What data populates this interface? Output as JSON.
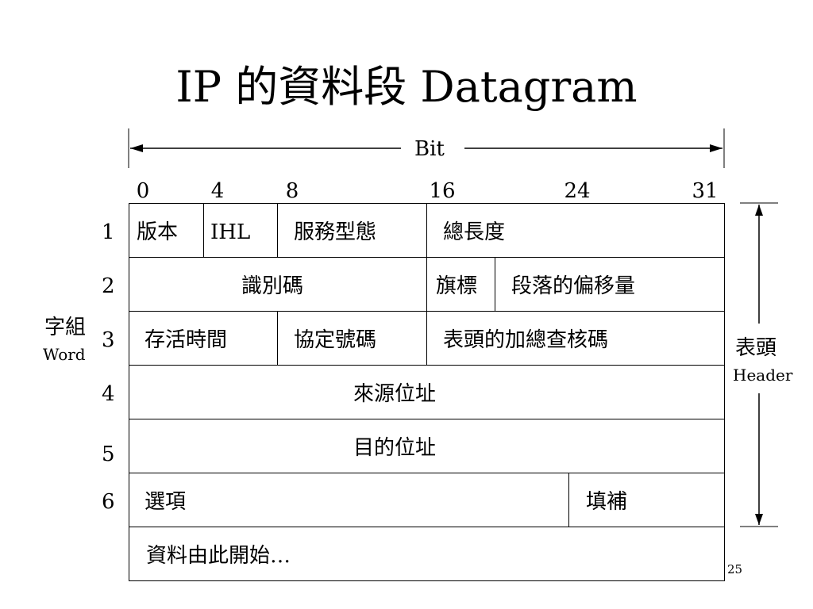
{
  "title": "IP 的資料段 Datagram",
  "bit_label": "Bit",
  "bit_ticks": [
    "0",
    "4",
    "8",
    "16",
    "24",
    "31"
  ],
  "row_numbers": [
    "1",
    "2",
    "3",
    "4",
    "5",
    "6"
  ],
  "word_label": {
    "zh": "字組",
    "en": "Word"
  },
  "header_label": {
    "zh": "表頭",
    "en": "Header"
  },
  "rows": [
    {
      "row": "1",
      "fields": [
        {
          "label": "版本",
          "bits": [
            0,
            4
          ]
        },
        {
          "label": "IHL",
          "bits": [
            4,
            8
          ]
        },
        {
          "label": "服務型態",
          "bits": [
            8,
            16
          ]
        },
        {
          "label": "總長度",
          "bits": [
            16,
            32
          ]
        }
      ]
    },
    {
      "row": "2",
      "fields": [
        {
          "label": "識別碼",
          "bits": [
            0,
            16
          ]
        },
        {
          "label": "旗標",
          "bits": [
            16,
            19
          ]
        },
        {
          "label": "段落的偏移量",
          "bits": [
            19,
            32
          ]
        }
      ]
    },
    {
      "row": "3",
      "fields": [
        {
          "label": "存活時間",
          "bits": [
            0,
            8
          ]
        },
        {
          "label": "協定號碼",
          "bits": [
            8,
            16
          ]
        },
        {
          "label": "表頭的加總查核碼",
          "bits": [
            16,
            32
          ]
        }
      ]
    },
    {
      "row": "4",
      "fields": [
        {
          "label": "來源位址",
          "bits": [
            0,
            32
          ]
        }
      ]
    },
    {
      "row": "5",
      "fields": [
        {
          "label": "目的位址",
          "bits": [
            0,
            32
          ]
        }
      ]
    },
    {
      "row": "6",
      "fields": [
        {
          "label": "選項",
          "bits": [
            0,
            24
          ]
        },
        {
          "label": "填補",
          "bits": [
            24,
            32
          ]
        }
      ]
    },
    {
      "row": "",
      "fields": [
        {
          "label": "資料由此開始…",
          "bits": [
            0,
            32
          ]
        }
      ]
    }
  ],
  "page_number": "25"
}
